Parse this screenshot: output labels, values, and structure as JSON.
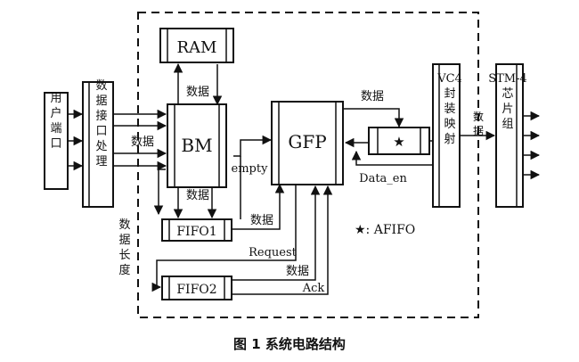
{
  "diagram": {
    "caption": "图 1  系统电路结构",
    "legend": "★: AFIFO",
    "star_symbol": "★",
    "blocks": {
      "user_port": "用户端口",
      "data_interface": "数据接口处理",
      "ram": "RAM",
      "bm": "BM",
      "gfp": "GFP",
      "fifo1": "FIFO1",
      "fifo2": "FIFO2",
      "vc4": "VC4 封装映射",
      "stm4": "STM-4 芯片组"
    },
    "labels": {
      "data_bm_in": "数据",
      "data_ram_bm": "数据",
      "data_bm_fifo1": "数据",
      "data_fifo1_gfp": "数据",
      "data_gfp_afifo": "数据",
      "data_vc4_stm": "数据",
      "data_fifo2": "数据",
      "empty": "empty",
      "data_en": "Data_en",
      "request": "Request",
      "ack": "Ack",
      "data_length": "数据长度"
    }
  }
}
